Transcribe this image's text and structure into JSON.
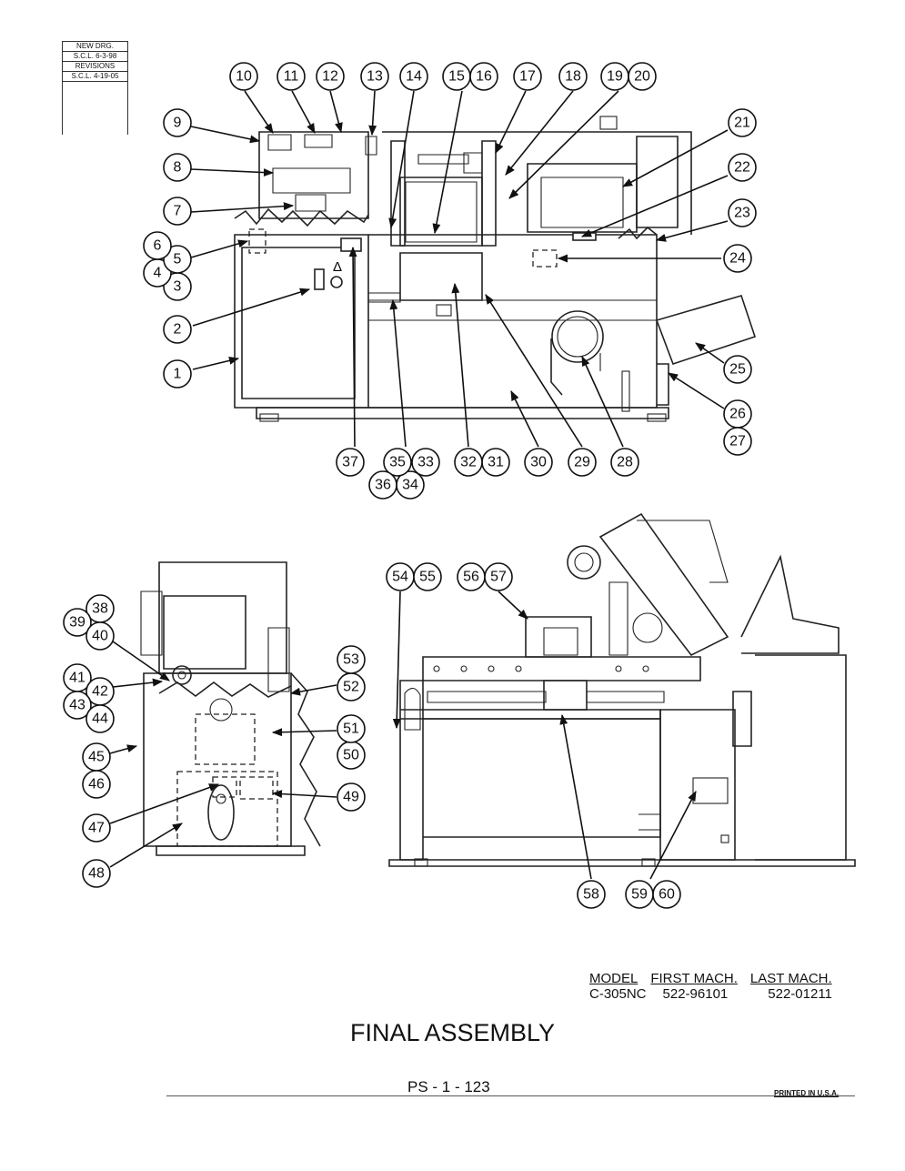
{
  "revision_box": {
    "new_drg_label": "NEW DRG.",
    "new_drg_date": "S.C.L. 6-3-98",
    "revisions_label": "REVISIONS",
    "revision_date": "S.C.L. 4-19-05"
  },
  "callouts": [
    "1",
    "2",
    "3",
    "4",
    "5",
    "6",
    "7",
    "8",
    "9",
    "10",
    "11",
    "12",
    "13",
    "14",
    "15",
    "16",
    "17",
    "18",
    "19",
    "20",
    "21",
    "22",
    "23",
    "24",
    "25",
    "26",
    "27",
    "28",
    "29",
    "30",
    "31",
    "32",
    "33",
    "34",
    "35",
    "36",
    "37",
    "38",
    "39",
    "40",
    "41",
    "42",
    "43",
    "44",
    "45",
    "46",
    "47",
    "48",
    "49",
    "50",
    "51",
    "52",
    "53",
    "54",
    "55",
    "56",
    "57",
    "58",
    "59",
    "60"
  ],
  "model_table": {
    "headers": [
      "MODEL",
      "FIRST MACH.",
      "LAST MACH."
    ],
    "row": [
      "C-305NC",
      "522-96101",
      "522-01211"
    ]
  },
  "title": "FINAL ASSEMBLY",
  "page_number": "PS - 1 - 123",
  "printed": "PRINTED IN U.S.A.",
  "panel_symbol": "Δ",
  "colors": {
    "line": "#222222",
    "background": "#ffffff"
  }
}
